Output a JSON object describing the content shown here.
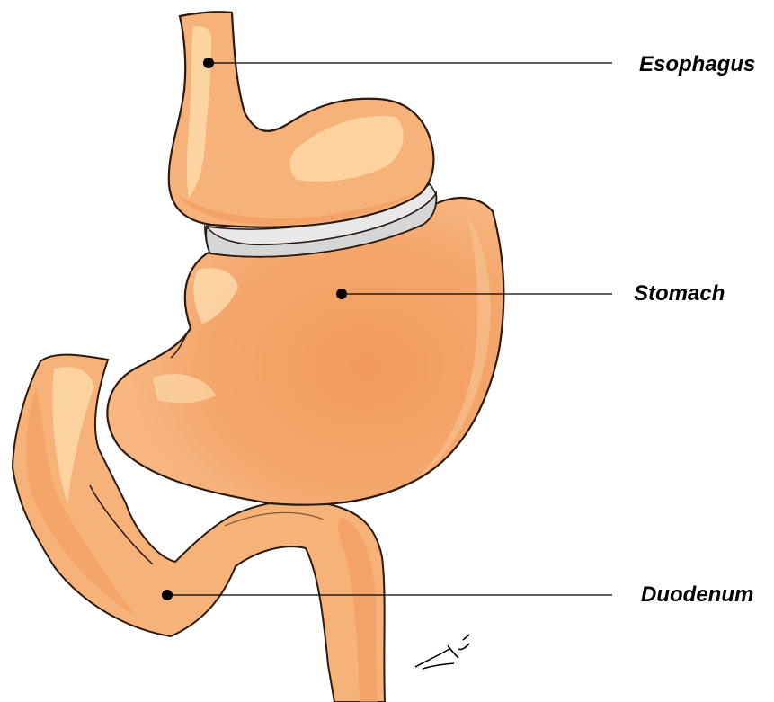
{
  "labels": {
    "esophagus": "Esophagus",
    "stomach": "Stomach",
    "duodenum": "Duodenum"
  },
  "colors": {
    "organ_fill": "#F7B27A",
    "organ_shade": "#F29A5C",
    "organ_highlight": "#FCD9A8",
    "band_fill": "#D9D9D9",
    "outline": "#2b1a10",
    "leader_line": "#000000"
  }
}
